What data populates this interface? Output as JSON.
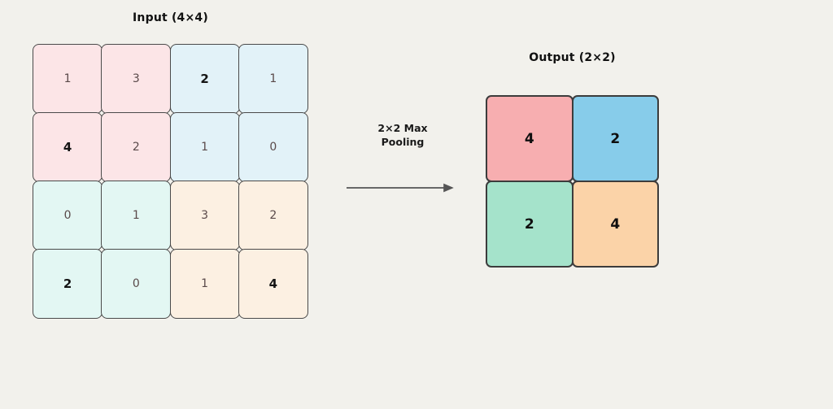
{
  "background_color": "#f2f1ec",
  "input": {
    "title": "Input (4×4)",
    "rows": [
      [
        {
          "value": "1",
          "is_max": false,
          "quadrant": "top-left",
          "color": "#fce5e7"
        },
        {
          "value": "3",
          "is_max": false,
          "quadrant": "top-left",
          "color": "#fce5e7"
        },
        {
          "value": "2",
          "is_max": true,
          "quadrant": "top-right",
          "color": "#e2f2f8"
        },
        {
          "value": "1",
          "is_max": false,
          "quadrant": "top-right",
          "color": "#e2f2f8"
        }
      ],
      [
        {
          "value": "4",
          "is_max": true,
          "quadrant": "top-left",
          "color": "#fce5e7"
        },
        {
          "value": "2",
          "is_max": false,
          "quadrant": "top-left",
          "color": "#fce5e7"
        },
        {
          "value": "1",
          "is_max": false,
          "quadrant": "top-right",
          "color": "#e2f2f8"
        },
        {
          "value": "0",
          "is_max": false,
          "quadrant": "top-right",
          "color": "#e2f2f8"
        }
      ],
      [
        {
          "value": "0",
          "is_max": false,
          "quadrant": "bottom-left",
          "color": "#e3f7f3"
        },
        {
          "value": "1",
          "is_max": false,
          "quadrant": "bottom-left",
          "color": "#e3f7f3"
        },
        {
          "value": "3",
          "is_max": false,
          "quadrant": "bottom-right",
          "color": "#fcf0e2"
        },
        {
          "value": "2",
          "is_max": false,
          "quadrant": "bottom-right",
          "color": "#fcf0e2"
        }
      ],
      [
        {
          "value": "2",
          "is_max": true,
          "quadrant": "bottom-left",
          "color": "#e3f7f3"
        },
        {
          "value": "0",
          "is_max": false,
          "quadrant": "bottom-left",
          "color": "#e3f7f3"
        },
        {
          "value": "1",
          "is_max": false,
          "quadrant": "bottom-right",
          "color": "#fcf0e2"
        },
        {
          "value": "4",
          "is_max": true,
          "quadrant": "bottom-right",
          "color": "#fcf0e2"
        }
      ]
    ]
  },
  "transform": {
    "caption": "2×2 Max\nPooling",
    "arrow_color": "#555555",
    "arrow_direction": "right"
  },
  "output": {
    "title": "Output (2×2)",
    "rows": [
      [
        {
          "value": "4",
          "color": "#f7aeb0"
        },
        {
          "value": "2",
          "color": "#87ccea"
        }
      ],
      [
        {
          "value": "2",
          "color": "#a5e3cb"
        },
        {
          "value": "4",
          "color": "#fbd3a8"
        }
      ]
    ]
  }
}
